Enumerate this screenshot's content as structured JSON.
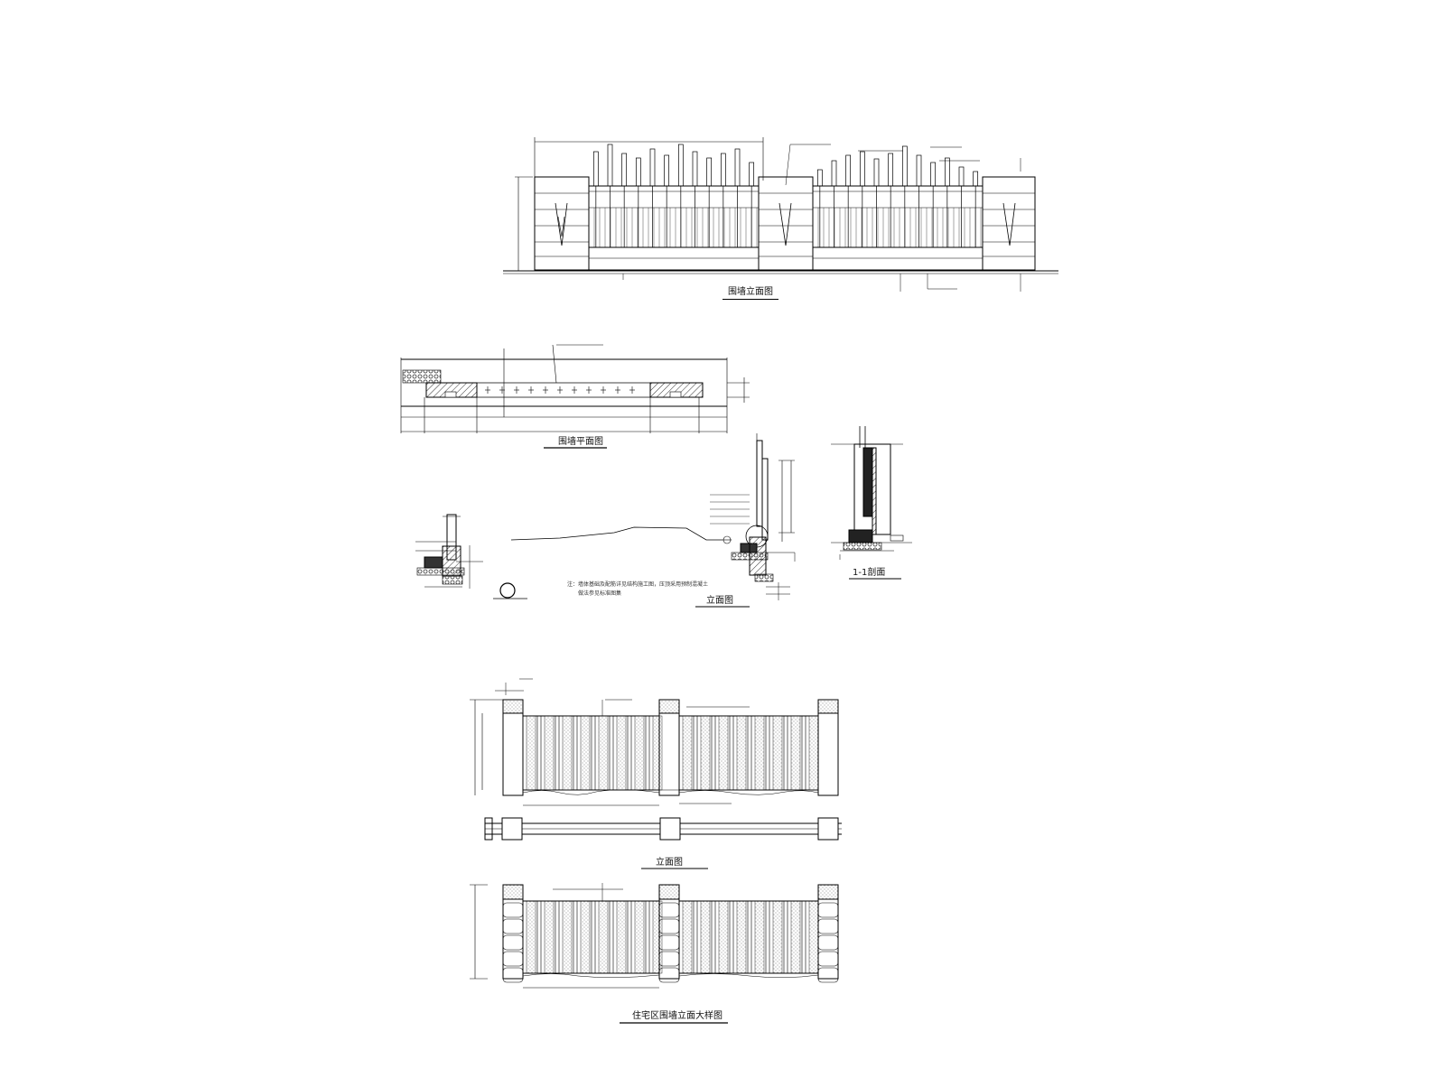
{
  "drawing": {
    "title_front_elevation": "围墙立面图",
    "title_section_plan": "围墙平面图",
    "title_detail_a": "立面图",
    "title_detail_b": "1-1剖面",
    "title_plan_b": "立面图",
    "title_bottom_elevation": "住宅区围墙立面大样图",
    "note_line_1": "注：墙体基础及配筋详见结构施工图，压顶采用预制混凝土",
    "note_line_2": "做法参见标准图集"
  },
  "colors": {
    "line": "#000000",
    "hatch": "#333333",
    "background": "#ffffff"
  }
}
